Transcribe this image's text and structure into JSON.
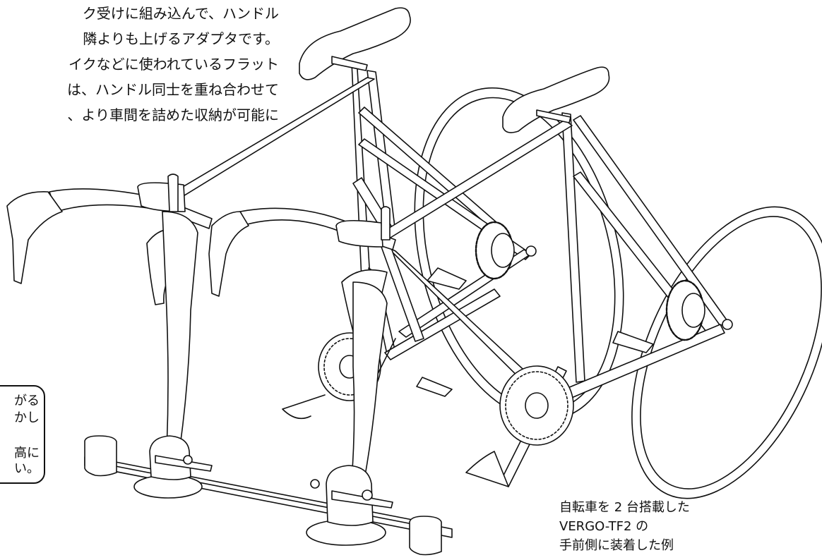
{
  "intro_text": [
    "ク受けに組み込んで、ハンドル",
    "隣よりも上げるアダプタです。",
    "イクなどに使われているフラット",
    "は、ハンドル同士を重ね合わせて",
    "、より車間を詰めた収納が可能に"
  ],
  "callout_text": [
    "がる",
    "かし",
    "",
    "高に",
    "い。"
  ],
  "caption": [
    "自転車を 2 台搭載した",
    "VERGO-TF2 の",
    "手前側に装着した例"
  ]
}
